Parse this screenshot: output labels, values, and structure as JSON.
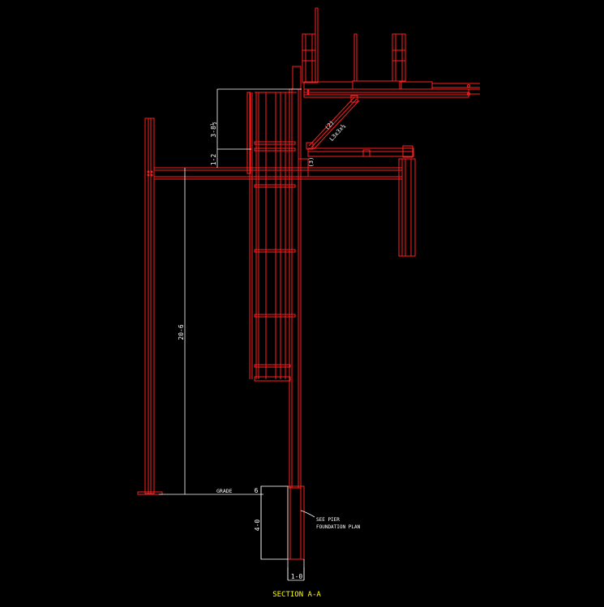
{
  "drawing": {
    "title": "SECTION A-A",
    "colors": {
      "background": "#000000",
      "steel": "#ff0000",
      "dimension": "#ffffff",
      "title": "#ffff00"
    },
    "dimensions": {
      "top_rise": "3-8½",
      "platform_offset": "1-2",
      "column_height": "20-6",
      "pier_depth": "4-0",
      "pier_width": "1-0",
      "pier_top": "6"
    },
    "labels": {
      "grade": "GRADE",
      "brace_tag": "(2)",
      "brace_member": "L3x3x¼",
      "beam_tag": "(3)",
      "pier_note_line1": "SEE PIER",
      "pier_note_line2": "FOUNDATION PLAN"
    }
  }
}
